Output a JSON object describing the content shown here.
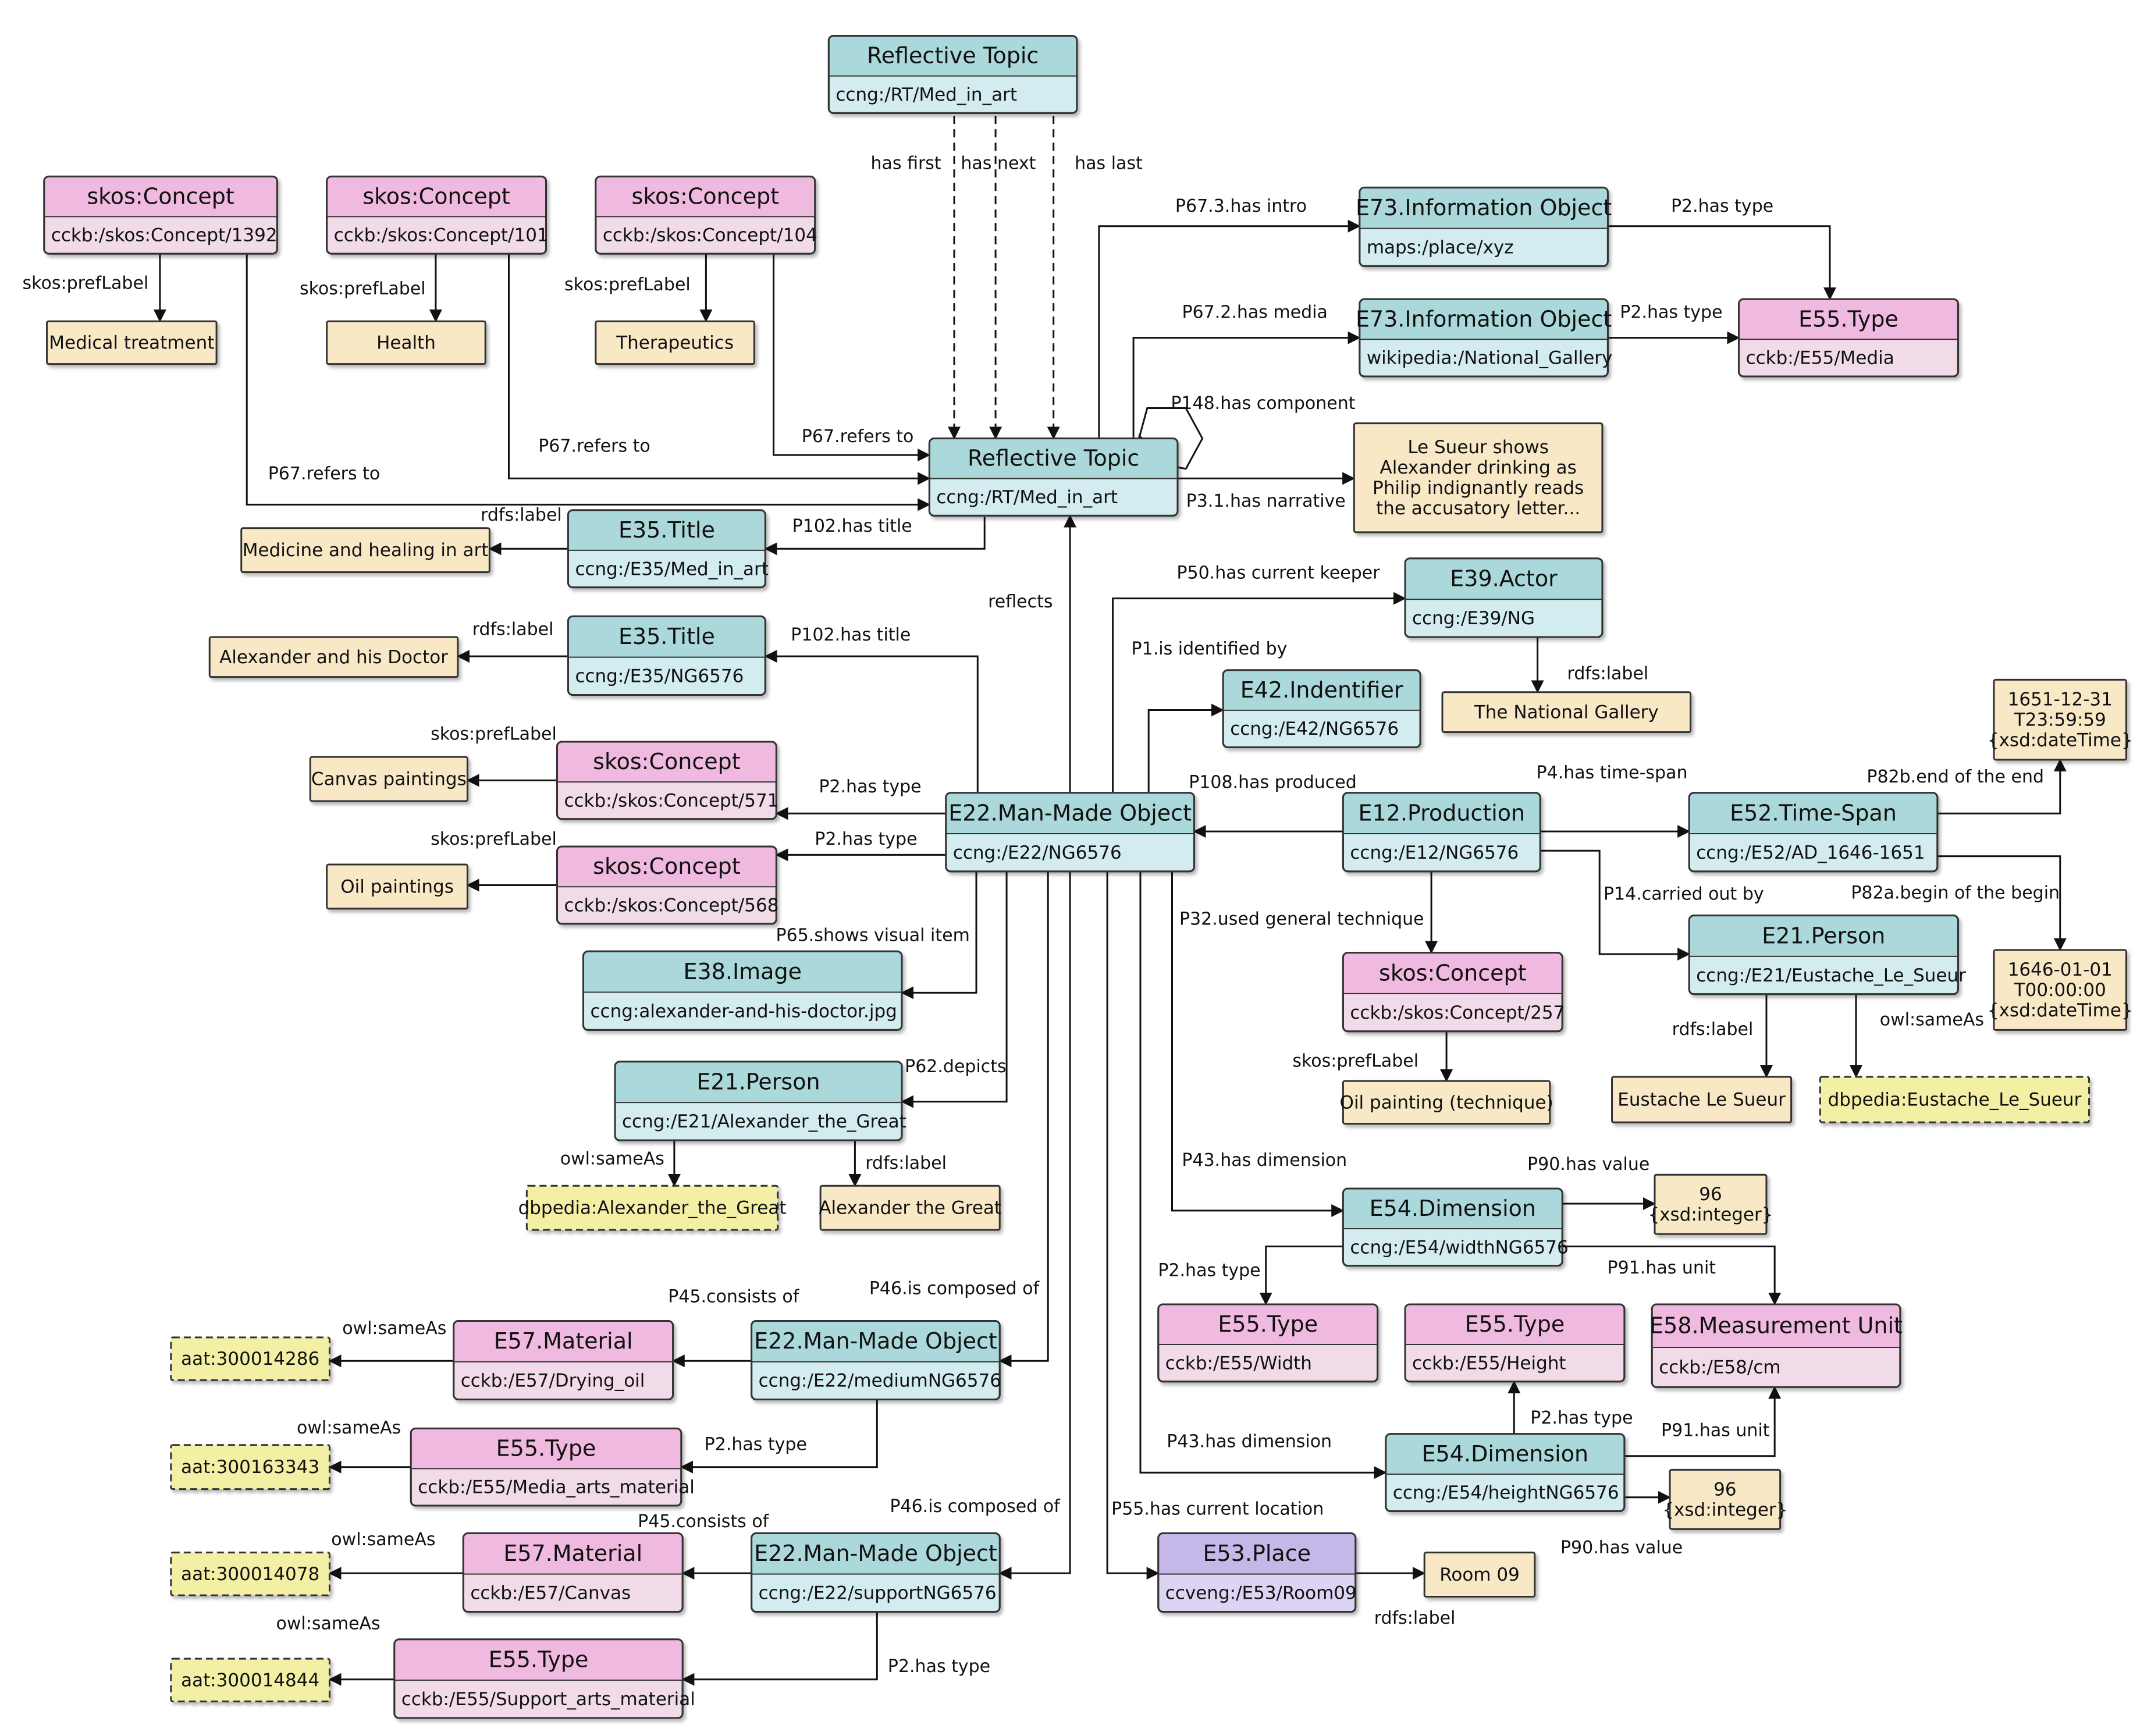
{
  "colors": {
    "blue_head": "#abd8db",
    "blue_body": "#d3ecef",
    "pink_head": "#f0b9df",
    "pink_body": "#f1dbe8",
    "purple_head": "#c5b8e8",
    "purple_body": "#ddd3f2",
    "literal": "#f8e8c6",
    "external": "#f3f0a6"
  },
  "nodes": {
    "rt_top": {
      "kind": "blue",
      "title": "Reflective Topic",
      "uri": "ccng:/RT/Med_in_art"
    },
    "concept1392": {
      "kind": "pink",
      "title": "skos:Concept",
      "uri": "cckb:/skos:Concept/1392"
    },
    "concept101": {
      "kind": "pink",
      "title": "skos:Concept",
      "uri": "cckb:/skos:Concept/101"
    },
    "concept104": {
      "kind": "pink",
      "title": "skos:Concept",
      "uri": "cckb:/skos:Concept/104"
    },
    "info_intro": {
      "kind": "blue",
      "title": "E73.Information Object",
      "uri": "maps:/place/xyz"
    },
    "info_media": {
      "kind": "blue",
      "title": "E73.Information Object",
      "uri": "wikipedia:/National_Gallery"
    },
    "type_media": {
      "kind": "pink",
      "title": "E55.Type",
      "uri": "cckb:/E55/Media"
    },
    "rt_main": {
      "kind": "blue",
      "title": "Reflective Topic",
      "uri": "ccng:/RT/Med_in_art"
    },
    "title_med": {
      "kind": "blue",
      "title": "E35.Title",
      "uri": "ccng:/E35/Med_in_art"
    },
    "title_ng": {
      "kind": "blue",
      "title": "E35.Title",
      "uri": "ccng:/E35/NG6576"
    },
    "actor": {
      "kind": "blue",
      "title": "E39.Actor",
      "uri": "ccng:/E39/NG"
    },
    "identifier": {
      "kind": "blue",
      "title": "E42.Indentifier",
      "uri": "ccng:/E42/NG6576"
    },
    "concept571": {
      "kind": "pink",
      "title": "skos:Concept",
      "uri": "cckb:/skos:Concept/571"
    },
    "concept568": {
      "kind": "pink",
      "title": "skos:Concept",
      "uri": "cckb:/skos:Concept/568"
    },
    "mmo_main": {
      "kind": "blue",
      "title": "E22.Man-Made Object",
      "uri": "ccng:/E22/NG6576"
    },
    "production": {
      "kind": "blue",
      "title": "E12.Production",
      "uri": "ccng:/E12/NG6576"
    },
    "timespan": {
      "kind": "blue",
      "title": "E52.Time-Span",
      "uri": "ccng:/E52/AD_1646-1651"
    },
    "image": {
      "kind": "blue",
      "title": "E38.Image",
      "uri": "ccng:alexander-and-his-doctor.jpg"
    },
    "concept257": {
      "kind": "pink",
      "title": "skos:Concept",
      "uri": "cckb:/skos:Concept/257"
    },
    "person_lesueur": {
      "kind": "blue",
      "title": "E21.Person",
      "uri": "ccng:/E21/Eustache_Le_Sueur"
    },
    "person_alex": {
      "kind": "blue",
      "title": "E21.Person",
      "uri": "ccng:/E21/Alexander_the_Great"
    },
    "dim_width": {
      "kind": "blue",
      "title": "E54.Dimension",
      "uri": "ccng:/E54/widthNG6576"
    },
    "type_width": {
      "kind": "pink",
      "title": "E55.Type",
      "uri": "cckb:/E55/Width"
    },
    "type_height": {
      "kind": "pink",
      "title": "E55.Type",
      "uri": "cckb:/E55/Height"
    },
    "unit_cm": {
      "kind": "pink",
      "title": "E58.Measurement Unit",
      "uri": "cckb:/E58/cm"
    },
    "material_oil": {
      "kind": "pink",
      "title": "E57.Material",
      "uri": "cckb:/E57/Drying_oil"
    },
    "mmo_medium": {
      "kind": "blue",
      "title": "E22.Man-Made Object",
      "uri": "ccng:/E22/mediumNG6576"
    },
    "type_media_arts": {
      "kind": "pink",
      "title": "E55.Type",
      "uri": "cckb:/E55/Media_arts_material"
    },
    "dim_height": {
      "kind": "blue",
      "title": "E54.Dimension",
      "uri": "ccng:/E54/heightNG6576"
    },
    "material_canvas": {
      "kind": "pink",
      "title": "E57.Material",
      "uri": "cckb:/E57/Canvas"
    },
    "mmo_support": {
      "kind": "blue",
      "title": "E22.Man-Made Object",
      "uri": "ccng:/E22/supportNG6576"
    },
    "place": {
      "kind": "purple",
      "title": "E53.Place",
      "uri": "ccveng:/E53/Room09"
    },
    "type_support_arts": {
      "kind": "pink",
      "title": "E55.Type",
      "uri": "cckb:/E55/Support_arts_material"
    }
  },
  "literals": {
    "lit_medical": {
      "kind": "literal",
      "lines": [
        "Medical treatment"
      ]
    },
    "lit_health": {
      "kind": "literal",
      "lines": [
        "Health"
      ]
    },
    "lit_therapeutics": {
      "kind": "literal",
      "lines": [
        "Therapeutics"
      ]
    },
    "lit_narrative": {
      "kind": "literal",
      "lines": [
        "Le Sueur shows",
        "Alexander drinking as",
        "Philip indignantly reads",
        "the accusatory letter..."
      ]
    },
    "lit_medicine": {
      "kind": "literal",
      "lines": [
        "Medicine and healing in art"
      ]
    },
    "lit_alexander_doctor": {
      "kind": "literal",
      "lines": [
        "Alexander and his Doctor"
      ]
    },
    "lit_national_gallery": {
      "kind": "literal",
      "lines": [
        "The National Gallery"
      ]
    },
    "lit_end_date": {
      "kind": "literal",
      "lines": [
        "1651-12-31",
        "T23:59:59",
        "{xsd:dateTime}"
      ]
    },
    "lit_canvas_paintings": {
      "kind": "literal",
      "lines": [
        "Canvas paintings"
      ]
    },
    "lit_oil_paintings": {
      "kind": "literal",
      "lines": [
        "Oil paintings"
      ]
    },
    "lit_begin_date": {
      "kind": "literal",
      "lines": [
        "1646-01-01",
        "T00:00:00",
        "{xsd:dateTime}"
      ]
    },
    "lit_oil_technique": {
      "kind": "literal",
      "lines": [
        "Oil painting (technique)"
      ]
    },
    "lit_eustache": {
      "kind": "literal",
      "lines": [
        "Eustache Le Sueur"
      ]
    },
    "ext_dbpedia_lesueur": {
      "kind": "external",
      "lines": [
        "dbpedia:Eustache_Le_Sueur"
      ]
    },
    "ext_dbpedia_alex": {
      "kind": "external",
      "lines": [
        "dbpedia:Alexander_the_Great"
      ]
    },
    "lit_alex_great": {
      "kind": "literal",
      "lines": [
        "Alexander the Great"
      ]
    },
    "lit_width_value": {
      "kind": "literal",
      "lines": [
        "96",
        "{xsd:integer}"
      ]
    },
    "ext_aat_14286": {
      "kind": "external",
      "lines": [
        "aat:300014286"
      ]
    },
    "ext_aat_163343": {
      "kind": "external",
      "lines": [
        "aat:300163343"
      ]
    },
    "lit_height_value": {
      "kind": "literal",
      "lines": [
        "96",
        "{xsd:integer}"
      ]
    },
    "ext_aat_14078": {
      "kind": "external",
      "lines": [
        "aat:300014078"
      ]
    },
    "lit_room": {
      "kind": "literal",
      "lines": [
        "Room 09"
      ]
    },
    "ext_aat_14844": {
      "kind": "external",
      "lines": [
        "aat:300014844"
      ]
    }
  },
  "edge_labels": {
    "has_first": "has first",
    "has_next": "has next",
    "has_last": "has last",
    "skos_pref_1392": "skos:prefLabel",
    "skos_pref_101": "skos:prefLabel",
    "skos_pref_104": "skos:prefLabel",
    "p67_3": "P67.3.has intro",
    "p2_info_intro": "P2.has type",
    "p67_2": "P67.2.has media",
    "p2_info_media": "P2.has type",
    "p148": "P148.has component",
    "p67_refers_101": "P67.refers to",
    "p67_refers_104": "P67.refers to",
    "p67_refers_1392": "P67.refers to",
    "p3_1": "P3.1.has narrative",
    "rdfs_title_med": "rdfs:label",
    "p102_rt": "P102.has title",
    "p50": "P50.has current keeper",
    "reflects": "reflects",
    "rdfs_title_ng": "rdfs:label",
    "p102_mmo": "P102.has title",
    "p1": "P1.is identified by",
    "rdfs_actor": "rdfs:label",
    "skos_pref_571": "skos:prefLabel",
    "p2_571": "P2.has type",
    "p108": "P108.has produced",
    "p4": "P4.has time-span",
    "p82b": "P82b.end of the end",
    "skos_pref_568": "skos:prefLabel",
    "p2_568": "P2.has type",
    "p14": "P14.carried out by",
    "p82a": "P82a.begin of the begin",
    "p65": "P65.shows visual item",
    "p32": "P32.used general technique",
    "rdfs_lesueur": "rdfs:label",
    "owl_lesueur": "owl:sameAs",
    "p62": "P62.depicts",
    "skos_pref_257": "skos:prefLabel",
    "owl_alex": "owl:sameAs",
    "rdfs_alex": "rdfs:label",
    "p43_width": "P43.has dimension",
    "p90_width": "P90.has value",
    "p2_width": "P2.has type",
    "p91_width": "P91.has unit",
    "p45_medium": "P45.consists of",
    "p46_medium": "P46.is composed of",
    "owl_oil": "owl:sameAs",
    "owl_media_arts": "owl:sameAs",
    "p2_medium": "P2.has type",
    "p2_height": "P2.has type",
    "p91_height": "P91.has unit",
    "p43_height": "P43.has dimension",
    "p55": "P55.has current location",
    "p46_support": "P46.is composed of",
    "p90_height": "P90.has value",
    "owl_canvas": "owl:sameAs",
    "p45_support": "P45.consists of",
    "rdfs_room": "rdfs:label",
    "owl_support_arts": "owl:sameAs",
    "p2_support": "P2.has type"
  }
}
